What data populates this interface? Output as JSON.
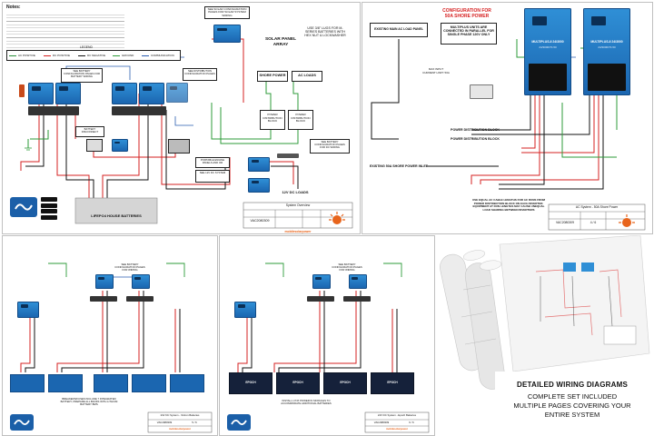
{
  "panels": {
    "top_left": {
      "notes_title": "Notes:",
      "legend": [
        "AC POSITIVE",
        "DC POSITIVE",
        "DC NEGATIVE",
        "GROUND",
        "COMMUNICATION"
      ],
      "legend_title": "LEGEND",
      "solar_note": "SEE SOLAR CONFIGURATION PAGES FOR SOLAR SYSTEM WIRING",
      "solar_array": "SOLAR PANEL ARRAY",
      "shore_power": "SHORE POWER",
      "ac_loads": "AC LOADS",
      "dist_block_1": "POWER DISTRIBUTION BLOCK",
      "dist_block_2": "POWER DISTRIBUTION BLOCK",
      "lugs_note": "USE 3/8\" LUGS FOR M-SERIES BATTERIES WITH HEX NUT & LOCKWASHER",
      "battery_label": "LIFEPO4 HOUSE BATTERIES",
      "dc_loads": "12V DC LOADS",
      "title_block": "System Overview",
      "drawing_no": "VAC2080309",
      "brand": "mobilesolarpower",
      "callouts": [
        "SEE BATTERY CONFIGURATION PAGES FOR BATTERY WIRING",
        "SEE DISTRIBUTION CONFIGURATION PAGES",
        "PORTABLE ENGINE PANELS AND OR",
        "SEE 12V DC SYSTEM",
        "SEE BATTERY CONFIGURATION PAGES FOR DC WIRING",
        "BATTERY DISCONNECT"
      ]
    },
    "top_right": {
      "config_title": "CONFIGURATION FOR 50A SHORE POWER",
      "parallel_note": "MULTIPLUS UNITS ARE CONNECTED IN PARALLEL FOR SINGLE PHASE 120V ONLY",
      "existing_panel": "EXISTING MAIN AC LOAD PANEL",
      "inverter_1": "MULTIPLUS-II 24/3000",
      "inverter_2": "MULTIPLUS-II 24/3000",
      "inverter_1_sub": "24/3000/70-50",
      "inverter_2_sub": "24/3000/70-50",
      "dist_block_a": "POWER DISTRIBUTION BLOCK",
      "dist_block_b": "POWER DISTRIBUTION BLOCK",
      "existing_inlet": "EXISTING 50A SHORE POWER INLET",
      "input_limit": "MAX INPUT CURRENT LIMIT: 50A",
      "cable_note": "USE EQUAL AC CABLE LENGTHS FOR AC RUNS FROM POWER DISTRIBUTION BLOCK ON EACH INVERTER. EQUIPMENT AT RUN LENGTHS MAY CAUSE UNEQUAL LOAD SHARING BETWEEN INVERTERS",
      "title_block": "AC System - 50A Shore Power",
      "drawing_no": "VAC2080309",
      "sheet": "4 / 6"
    },
    "bottom_left": {
      "note": "SEE BATTERY CONFIGURATION PAGES FOR WIRING",
      "bottom_note": "BREAKERS/FUSES INCLUDE 7 INTEGRATED BATTERY, PREPARE ALL BANKS WITH LITHIUM BATTERY BMS",
      "title_block": "24V DC System - Victron Batteries",
      "drawing_no": "VAC2080309",
      "sheet": "5 / 6",
      "brand": "mobilesolarpower"
    },
    "bottom_mid": {
      "note": "SEE BATTERY CONFIGURATION PAGES FOR WIRING",
      "battery_brand": "EPOCH",
      "bottom_note": "INSTALL LYNX POWER IN MODULES TO ACCOMMODATE ADDITIONAL BATTERIES",
      "title_block": "24V DC System - Epoch Batteries",
      "drawing_no": "VAC2080309",
      "sheet": "6 / 6",
      "brand": "mobilesolarpower"
    },
    "bottom_right": {
      "headline": "DETAILED WIRING DIAGRAMS",
      "line1": "COMPLETE SET INCLUDED",
      "line2": "MULTIPLE PAGES COVERING YOUR",
      "line3": "ENTIRE SYSTEM"
    }
  },
  "colors": {
    "ac_positive": "#2a8f3a",
    "dc_positive": "#d62020",
    "dc_negative": "#111111",
    "ground": "#2e9b3a",
    "communication": "#2a5db0",
    "device_blue": "#1f76c2",
    "accent_orange": "#e8641b",
    "config_red": "#d62020"
  }
}
